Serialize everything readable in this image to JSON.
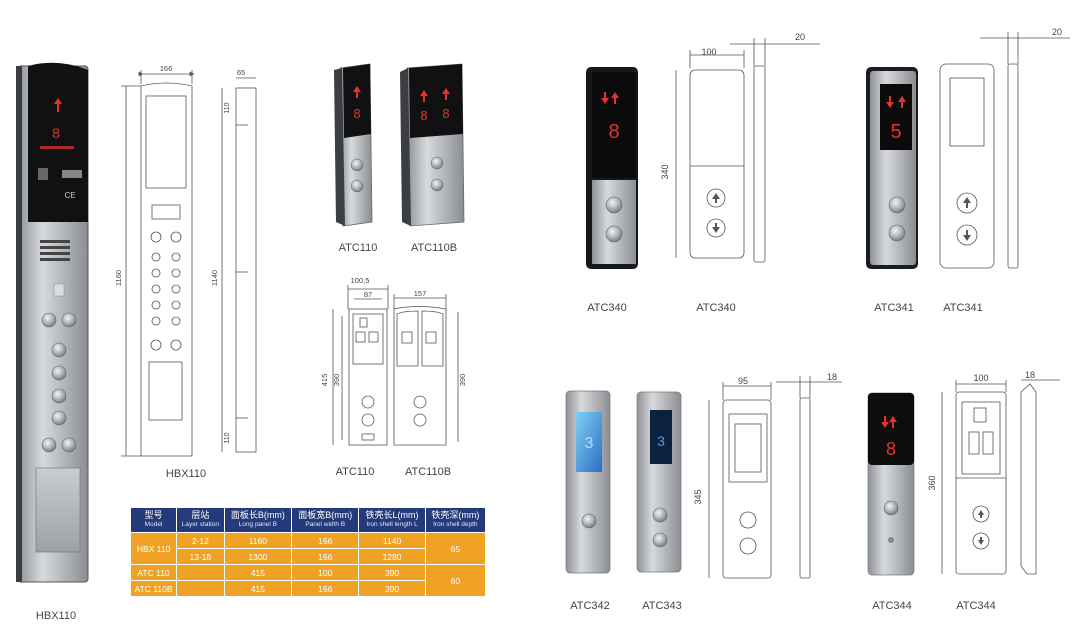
{
  "hbx110": {
    "photo_caption": "HBX110",
    "drawing_caption": "HBX110",
    "dims": {
      "width": "166",
      "depth": "65",
      "height_total": "1160",
      "height_shell": "1140",
      "top_margin": "110",
      "bottom_margin": "110"
    }
  },
  "atc110": {
    "photo_caption_a": "ATC110",
    "photo_caption_b": "ATC110B",
    "drawing_caption_a": "ATC110",
    "drawing_caption_b": "ATC110B",
    "dims": {
      "outer_width_a": "100,5",
      "inner_width_a": "87",
      "width_b": "157",
      "height_total": "415",
      "height_shell_a": "390",
      "height_shell_b": "390"
    }
  },
  "atc340": {
    "photo_caption": "ATC340",
    "drawing_caption": "ATC340",
    "dims": {
      "width": "100",
      "depth": "20",
      "height": "340"
    }
  },
  "atc341": {
    "photo_caption": "ATC341",
    "drawing_caption": "ATC341",
    "dims": {
      "depth": "20"
    }
  },
  "atc342": {
    "photo_caption": "ATC342"
  },
  "atc343": {
    "photo_caption": "ATC343",
    "dims": {
      "width": "95",
      "depth": "18",
      "height": "345"
    }
  },
  "atc344": {
    "photo_caption": "ATC344",
    "drawing_caption": "ATC344",
    "dims": {
      "width": "100",
      "depth": "18",
      "height": "360"
    }
  },
  "display_digit_8": "8",
  "display_digit_5": "5",
  "display_digit_3": "3",
  "spec_table": {
    "headers": [
      {
        "cn": "型号",
        "en": "Model"
      },
      {
        "cn": "层站",
        "en": "Layer station"
      },
      {
        "cn": "面板长B(mm)",
        "en": "Long panel B"
      },
      {
        "cn": "面板宽B(mm)",
        "en": "Panel width B"
      },
      {
        "cn": "铁壳长L(mm)",
        "en": "Iron shell length L"
      },
      {
        "cn": "铁壳深(mm)",
        "en": "Iron shell depth"
      }
    ],
    "rows": [
      {
        "model": "HBX 110",
        "station": "2-12",
        "long": "1160",
        "width": "166",
        "shell_len": "1140",
        "depth": "65"
      },
      {
        "station": "13-18",
        "long": "1300",
        "width": "166",
        "shell_len": "1280"
      },
      {
        "model": "ATC 110",
        "station": "",
        "long": "415",
        "width": "100",
        "shell_len": "390",
        "depth": "60"
      },
      {
        "model": "ATC 110B",
        "station": "",
        "long": "415",
        "width": "166",
        "shell_len": "390"
      }
    ]
  },
  "colors": {
    "table_header": "#243a7a",
    "table_body": "#f0a225",
    "display_red": "#e8312a",
    "display_blue": "#4aa0e0"
  }
}
